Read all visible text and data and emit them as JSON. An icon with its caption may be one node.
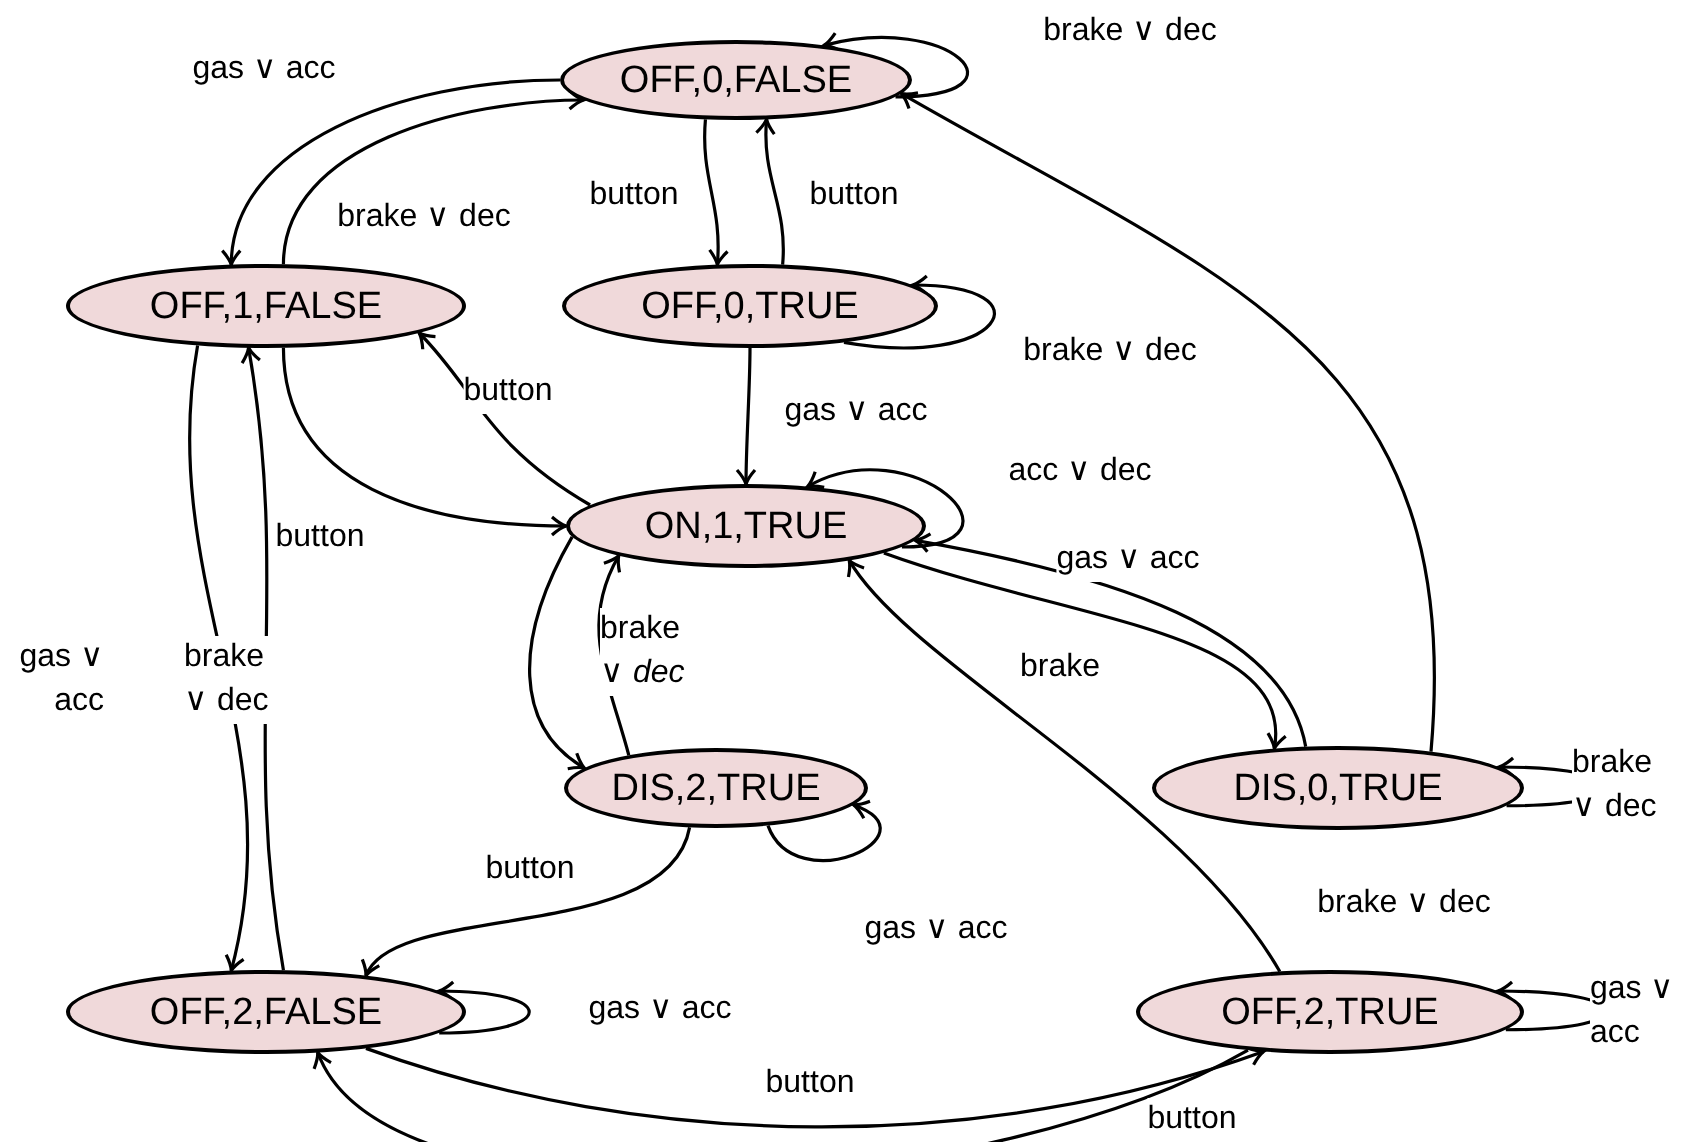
{
  "diagram": {
    "nodes": [
      {
        "text": [
          "OFF,0,FALSE"
        ]
      },
      {
        "text": [
          "OFF,1,FALSE"
        ]
      },
      {
        "text": [
          "OFF,0,TRUE"
        ]
      },
      {
        "text": [
          "ON,1,TRUE"
        ]
      },
      {
        "text": [
          "DIS,2,TRUE"
        ]
      },
      {
        "text": [
          "DIS,0,TRUE"
        ]
      },
      {
        "text": [
          "OFF,2,FALSE"
        ]
      },
      {
        "text": [
          "OFF,2,TRUE"
        ]
      }
    ],
    "edges": [
      {
        "from": 0,
        "to": 0,
        "arrow": "to",
        "label": "brake ∨ dec"
      },
      {
        "from": 0,
        "to": 1,
        "arrow": "to",
        "label": "gas ∨ acc"
      },
      {
        "from": 1,
        "to": 0,
        "arrow": "to",
        "label": "brake ∨ dec"
      },
      {
        "from": 0,
        "to": 2,
        "arrow": "to",
        "label": "button"
      },
      {
        "from": 2,
        "to": 0,
        "arrow": "to",
        "label": "button"
      },
      {
        "from": 2,
        "to": 2,
        "arrow": "to",
        "label": "brake ∨ dec"
      },
      {
        "from": 2,
        "to": 3,
        "arrow": "to",
        "label": "gas ∨ acc"
      },
      {
        "from": 3,
        "to": 1,
        "arrow": "to",
        "label": "button"
      },
      {
        "from": 1,
        "to": 3,
        "arrow": "to",
        "label": "button"
      },
      {
        "from": 3,
        "to": 3,
        "arrow": "to",
        "label": "acc ∨ dec"
      },
      {
        "from": 3,
        "to": 5,
        "arrow": "to",
        "label": "brake"
      },
      {
        "from": 5,
        "to": 3,
        "arrow": "to",
        "label": "gas ∨ acc"
      },
      {
        "from": 5,
        "to": 0,
        "arrow": "to"
      },
      {
        "from": 5,
        "to": 5,
        "arrow": "to",
        "label": "brake ∨ dec"
      },
      {
        "from": 3,
        "to": 4,
        "arrow": "to"
      },
      {
        "from": 4,
        "to": 3,
        "arrow": "to",
        "label": "brake ∨ *dec*"
      },
      {
        "from": 4,
        "to": 4,
        "arrow": "to",
        "label": "gas ∨ acc"
      },
      {
        "from": 4,
        "to": 6,
        "arrow": "to",
        "label": "button"
      },
      {
        "from": 1,
        "to": 6,
        "arrow": "to",
        "label": "gas ∨ acc"
      },
      {
        "from": 6,
        "to": 1,
        "arrow": "to",
        "label": "brake ∨ dec"
      },
      {
        "from": 6,
        "to": 6,
        "arrow": "to",
        "label": "gas ∨ acc"
      },
      {
        "from": 6,
        "to": 7,
        "arrow": "to",
        "label": "button"
      },
      {
        "from": 7,
        "to": 6,
        "arrow": "to",
        "label": "button"
      },
      {
        "from": 7,
        "to": 7,
        "arrow": "to",
        "label": "gas ∨ acc"
      },
      {
        "from": 7,
        "to": 3,
        "arrow": "to",
        "label": "brake ∨ dec"
      }
    ]
  }
}
